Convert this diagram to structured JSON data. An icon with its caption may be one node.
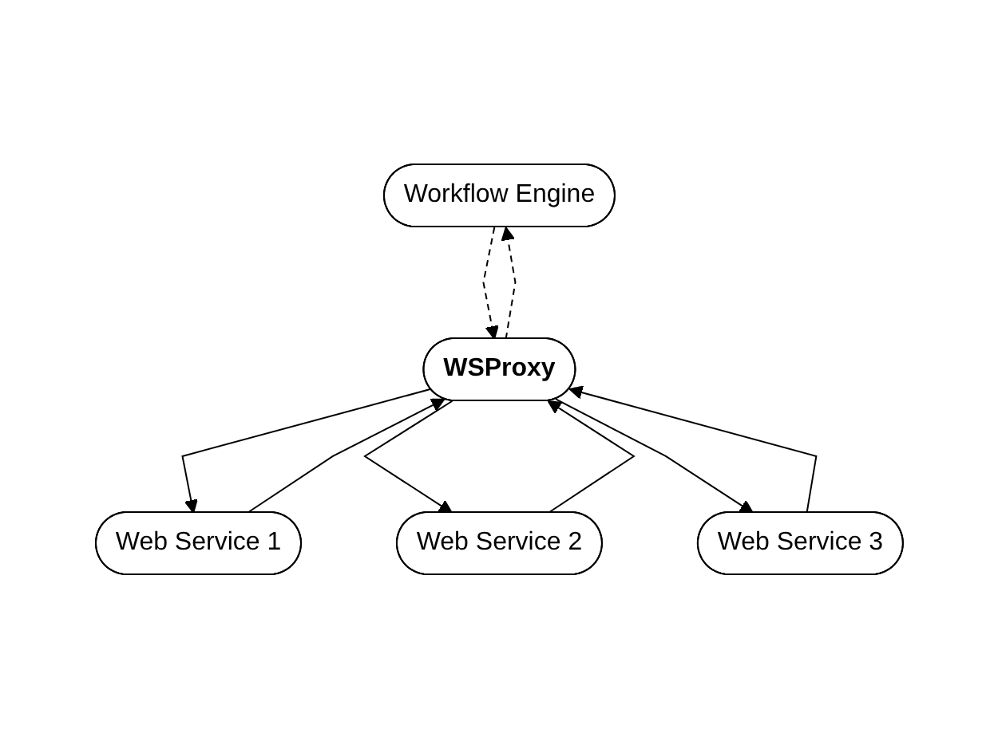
{
  "diagram": {
    "nodes": [
      {
        "text": [
          "Workflow Engine"
        ]
      },
      {
        "text": [
          "WSProxy"
        ]
      },
      {
        "text": [
          "Web Service 1"
        ]
      },
      {
        "text": [
          "Web Service 2"
        ]
      },
      {
        "text": [
          "Web Service 3"
        ]
      }
    ],
    "edges": [
      {
        "from": 1,
        "to": 0,
        "arrow": "to",
        "style": "dashed"
      },
      {
        "from": 0,
        "to": 1,
        "arrow": "to",
        "style": "dashed"
      },
      {
        "from": 2,
        "to": 1,
        "arrow": "to"
      },
      {
        "from": 1,
        "to": 2,
        "arrow": "to"
      },
      {
        "from": 3,
        "to": 1,
        "arrow": "to"
      },
      {
        "from": 1,
        "to": 3,
        "arrow": "to"
      },
      {
        "from": 4,
        "to": 1,
        "arrow": "to"
      },
      {
        "from": 1,
        "to": 4,
        "arrow": "to"
      }
    ]
  }
}
